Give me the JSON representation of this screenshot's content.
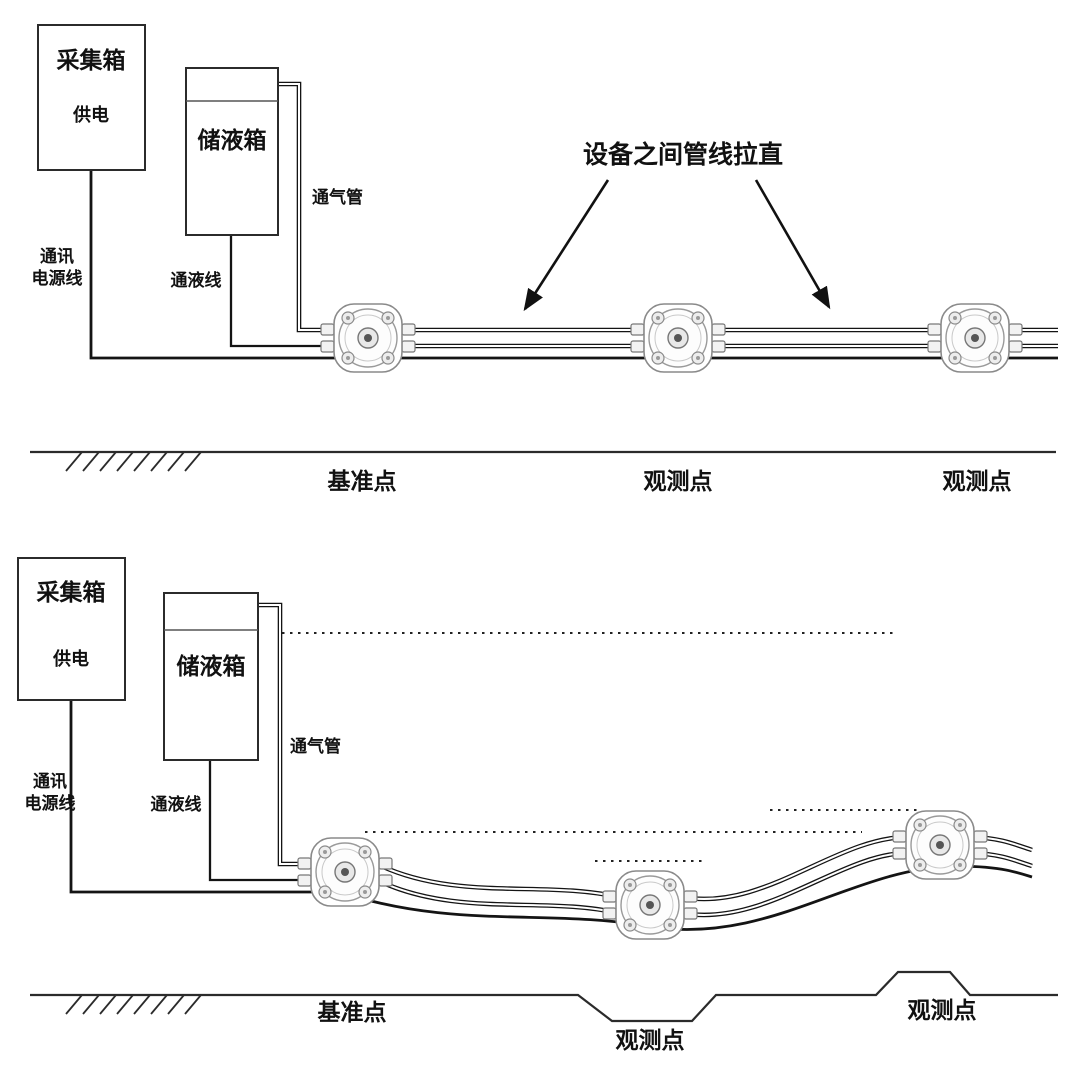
{
  "top_diagram": {
    "collection_box_label": "采集箱",
    "power_label": "供电",
    "storage_tank_label": "储液箱",
    "vent_pipe_label": "通气管",
    "comm_power_line_label_1": "通讯",
    "comm_power_line_label_2": "电源线",
    "liquid_line_label": "通液线",
    "annotation_label": "设备之间管线拉直",
    "points": [
      "基准点",
      "观测点",
      "观测点"
    ]
  },
  "bottom_diagram": {
    "collection_box_label": "采集箱",
    "power_label": "供电",
    "storage_tank_label": "储液箱",
    "vent_pipe_label": "通气管",
    "comm_power_line_label_1": "通讯",
    "comm_power_line_label_2": "电源线",
    "liquid_line_label": "通液线",
    "points": [
      "基准点",
      "观测点",
      "观测点"
    ]
  },
  "colors": {
    "line": "#141414",
    "background": "#ffffff"
  }
}
